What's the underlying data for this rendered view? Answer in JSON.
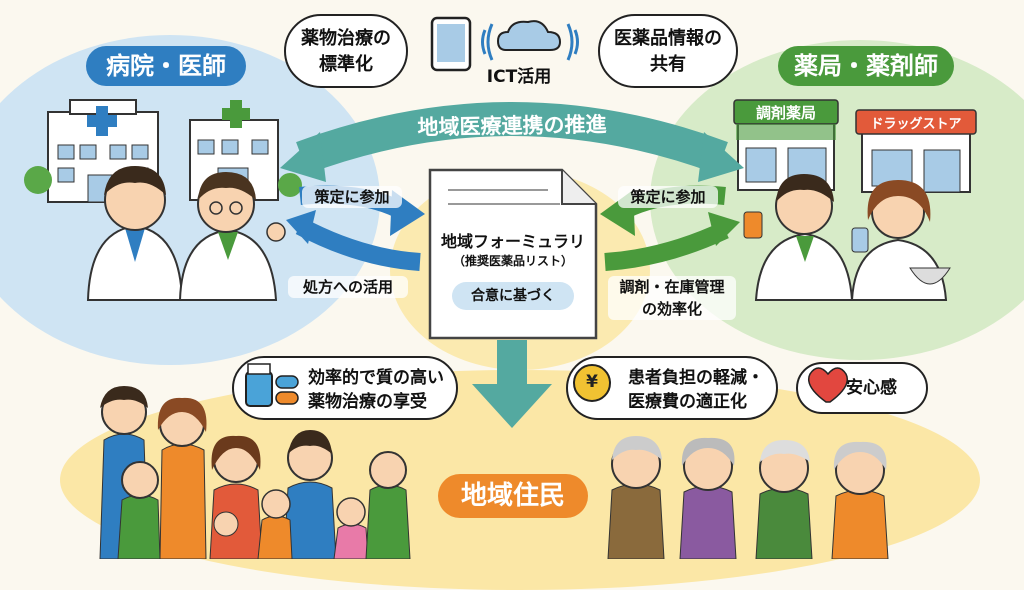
{
  "hospital": {
    "title": "病院・医師"
  },
  "pharmacy": {
    "title": "薬局・薬剤師",
    "sign_dispensing": "調剤薬局",
    "sign_drugstore": "ドラッグストア"
  },
  "bubbles": {
    "standardization": [
      "薬物治療の",
      "標準化"
    ],
    "info_sharing": [
      "医薬品情報の",
      "共有"
    ],
    "ict": "ICT活用"
  },
  "banner": {
    "text": "地域医療連携の推進"
  },
  "left_labels": {
    "participate": "策定に参加",
    "prescribe": "処方への活用"
  },
  "right_labels": {
    "participate": "策定に参加",
    "dispense": [
      "調剤・在庫管理",
      "の効率化"
    ]
  },
  "document": {
    "title": "地域フォーミュラリ",
    "subtitle": "（推奨医薬品リスト）",
    "consensus": "合意に基づく"
  },
  "benefits": {
    "quality": [
      "効率的で質の高い",
      "薬物治療の享受"
    ],
    "cost": [
      "患者負担の軽減・",
      "医療費の適正化"
    ],
    "relief": "安心感",
    "yen_symbol": "¥"
  },
  "residents": {
    "title": "地域住民"
  },
  "colors": {
    "blue": "#2f7ec1",
    "green": "#4a9a3c",
    "orange": "#ee8a2b",
    "teal": "#54a9a0"
  }
}
